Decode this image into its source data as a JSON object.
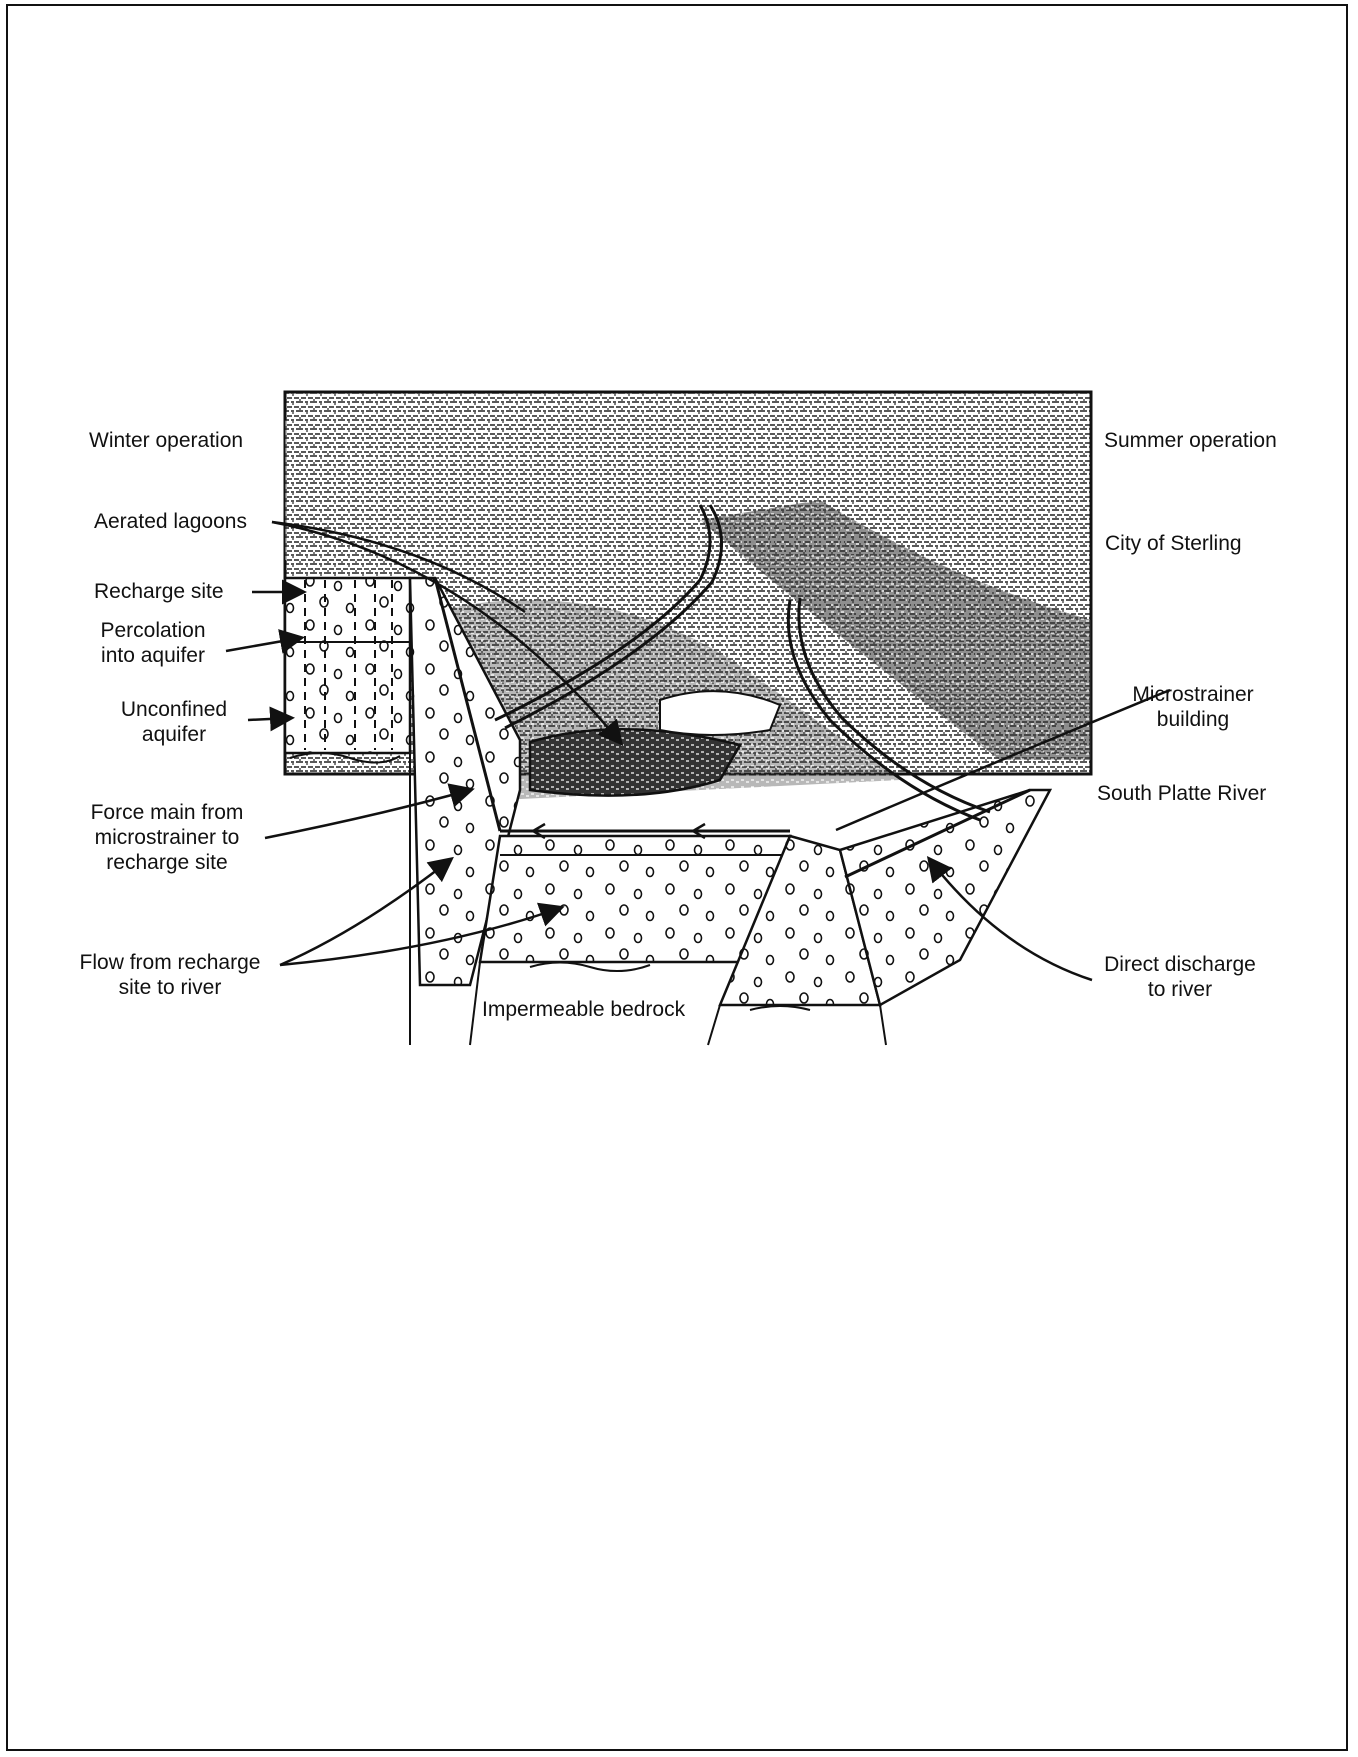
{
  "labels": {
    "winter_operation": "Winter operation",
    "summer_operation": "Summer operation",
    "aerated_lagoons": "Aerated lagoons",
    "city_of_sterling": "City of Sterling",
    "recharge_site": "Recharge site",
    "percolation_line1": "Percolation",
    "percolation_line2": "into aquifer",
    "unconfined_line1": "Unconfined",
    "unconfined_line2": "aquifer",
    "microstrainer_line1": "Microstrainer",
    "microstrainer_line2": "building",
    "south_platte_river": "South Platte River",
    "force_main_line1": "Force main from",
    "force_main_line2": "microstrainer to",
    "force_main_line3": "recharge site",
    "flow_line1": "Flow from recharge",
    "flow_line2": "site to river",
    "direct_line1": "Direct discharge",
    "direct_line2": "to river",
    "bedrock": "Impermeable bedrock"
  },
  "colors": {
    "ink": "#111111",
    "background": "#ffffff"
  }
}
